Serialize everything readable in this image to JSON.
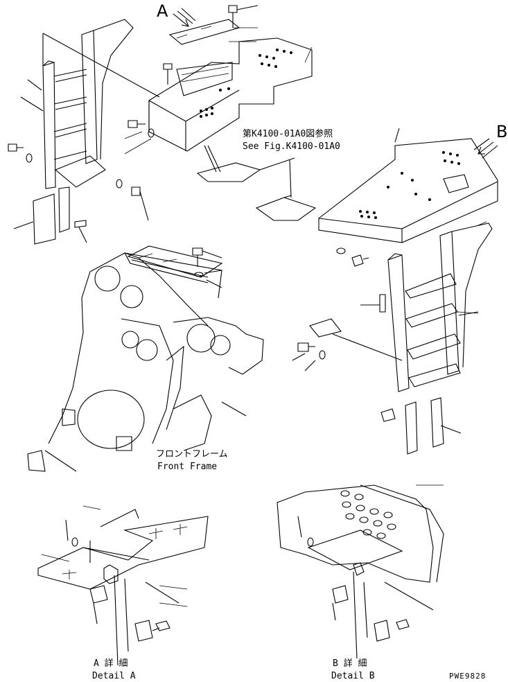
{
  "view_markers": {
    "a": "A",
    "b": "B"
  },
  "reference_note": {
    "jp": "第K4100-01A0図参照",
    "en": "See Fig.K4100-01A0"
  },
  "front_frame": {
    "jp": "フロントフレーム",
    "en": "Front Frame"
  },
  "detail_a": {
    "jp": "A 詳 細",
    "en": "Detail A"
  },
  "detail_b": {
    "jp": "B 詳 細",
    "en": "Detail B"
  },
  "drawing_code": "PWE9828"
}
